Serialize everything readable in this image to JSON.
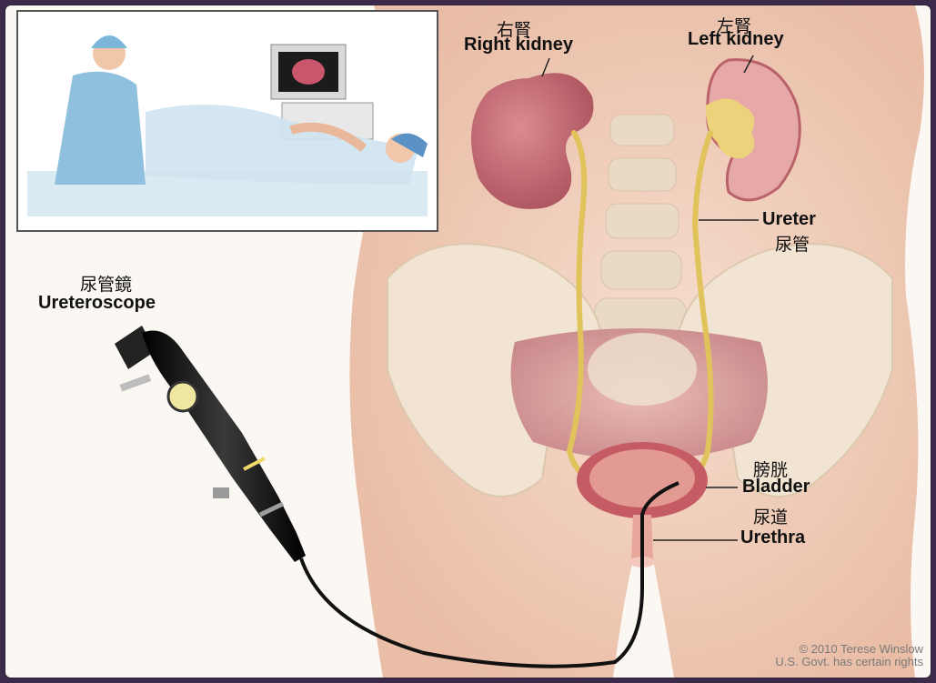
{
  "labels": {
    "right_kidney_zh": "右腎",
    "right_kidney_en": "Right kidney",
    "left_kidney_zh": "左腎",
    "left_kidney_en": "Left kidney",
    "ureter_en": "Ureter",
    "ureter_zh": "尿管",
    "ureteroscope_zh": "尿管鏡",
    "ureteroscope_en": "Ureteroscope",
    "bladder_zh": "膀胱",
    "bladder_en": "Bladder",
    "urethra_zh": "尿道",
    "urethra_en": "Urethra"
  },
  "copyright": {
    "line1": "© 2010 Terese Winslow",
    "line2": "U.S. Govt. has certain rights"
  },
  "colors": {
    "skin": "#f2d3c1",
    "bone": "#efe2cf",
    "kidney": "#c96a73",
    "ureter": "#e2c75c",
    "bladder": "#d47b7e",
    "scope": "#1b1b1b"
  }
}
